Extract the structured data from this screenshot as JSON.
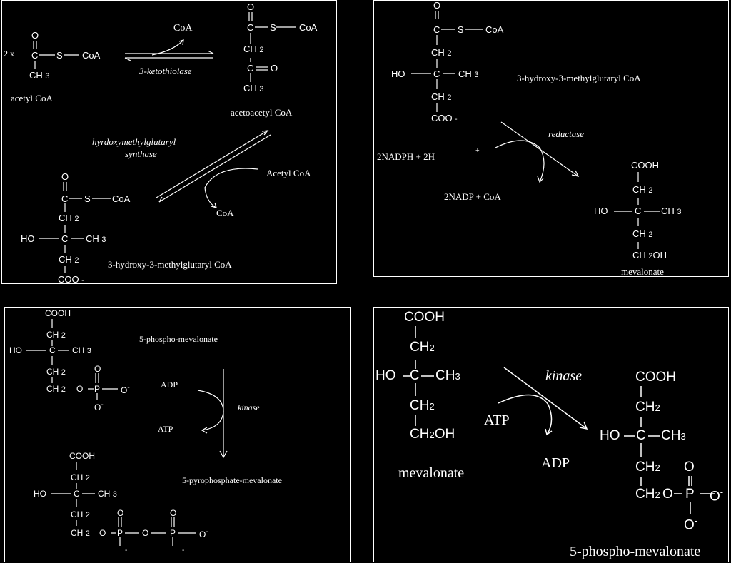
{
  "panels": {
    "p1": {
      "mult": "2 x",
      "acetyl": {
        "O": "O",
        "C": "C",
        "S": "S",
        "CoA": "CoA",
        "CH3": "CH",
        "sub3": "3",
        "name": "acetyl CoA"
      },
      "arrow_coa": "CoA",
      "enzyme1": "3-ketothiolase",
      "acac": {
        "O": "O",
        "C1": "C",
        "S": "S",
        "CoA": "CoA",
        "CH2": "CH",
        "sub2": "2",
        "C2": "C",
        "O2": "O",
        "CH3": "CH",
        "sub3": "3",
        "name": "acetoacetyl CoA"
      },
      "enzyme2_l1": "hyrdoxymethylglutaryl",
      "enzyme2_l2": "synthase",
      "in": "Acetyl CoA",
      "out": "CoA",
      "hmg": {
        "O": "O",
        "C": "C",
        "S": "S",
        "CoA": "CoA",
        "CH2a": "CH",
        "sub2a": "2",
        "HO": "HO",
        "Cc": "C",
        "CH3": "CH",
        "sub3": "3",
        "CH2b": "CH",
        "sub2b": "2",
        "COO": "COO",
        "minus": "-",
        "name": "3-hydroxy-3-methylglutaryl  CoA"
      }
    },
    "p2": {
      "hmg": {
        "O": "O",
        "C": "C",
        "S": "S",
        "CoA": "CoA",
        "CH2a": "CH",
        "sub2a": "2",
        "HO": "HO",
        "Cc": "C",
        "CH3": "CH",
        "sub3": "3",
        "CH2b": "CH",
        "sub2b": "2",
        "COO": "COO",
        "minus": "-"
      },
      "name": "3-hydroxy-3-methylglutaryl  CoA",
      "enzyme": "reductase",
      "in": "2NADPH + 2H",
      "plus": "+",
      "out": "2NADP + CoA",
      "mev": {
        "COOH": "COOH",
        "CH2a": "CH",
        "sub2a": "2",
        "HO": "HO",
        "Cc": "C",
        "CH3": "CH",
        "sub3": "3",
        "CH2b": "CH",
        "sub2b": "2",
        "CH2OH": "CH",
        "sub2c": "2",
        "OH": "OH",
        "name": "mevalonate"
      }
    },
    "p3": {
      "top": {
        "COOH": "COOH",
        "CH2a": "CH",
        "sub2a": "2",
        "HO": "HO",
        "Cc": "C",
        "CH3": "CH",
        "sub3": "3",
        "CH2b": "CH",
        "sub2b": "2",
        "CH2c": "CH",
        "sub2c": "2",
        "O1": "O",
        "P": "P",
        "O2": "O",
        "m1": "-",
        "O3": "O",
        "m2": "-"
      },
      "name_top": "5-phospho-mevalonate",
      "in": "ADP",
      "out": "ATP",
      "enzyme": "kinase",
      "bottom": {
        "COOH": "COOH",
        "CH2a": "CH",
        "sub2a": "2",
        "HO": "HO",
        "Cc": "C",
        "CH3": "CH",
        "sub3": "3",
        "CH2b": "CH",
        "sub2b": "2",
        "CH2c": "CH",
        "sub2c": "2",
        "O1": "O",
        "P1": "P",
        "O2": "O",
        "P2": "P",
        "O3": "O",
        "m1": "-",
        "Ot1": "O",
        "Ot2": "O",
        "m2": "-",
        "m3": "-"
      },
      "name_bottom": "5-pyrophosphate-mevalonate"
    },
    "p4": {
      "mev": {
        "COOH": "COOH",
        "CH": "CH",
        "sub2a": "2",
        "HO": "HO",
        "Cc": "C",
        "CH3": "CH",
        "sub3": "3",
        "CH2": "CH",
        "sub2b": "2",
        "CH2OH": "CH",
        "sub2c": "2",
        "OH": "OH"
      },
      "name_left": "mevalonate",
      "enzyme": "kinase",
      "in": "ATP",
      "out": "ADP",
      "prod": {
        "COOH": "COOH",
        "CHa": "CH",
        "sub2a": "2",
        "HO": "HO",
        "Cc": "C",
        "CH3": "CH",
        "sub3": "3",
        "CHb": "CH",
        "sub2b": "2",
        "CHc": "CH",
        "sub2c": "2",
        "O1": "O",
        "P": "P",
        "O2": "O",
        "m1": "-",
        "Ot": "O",
        "Ob": "O",
        "m2": "-"
      },
      "name_right": "5-phospho-mevalonate"
    }
  }
}
